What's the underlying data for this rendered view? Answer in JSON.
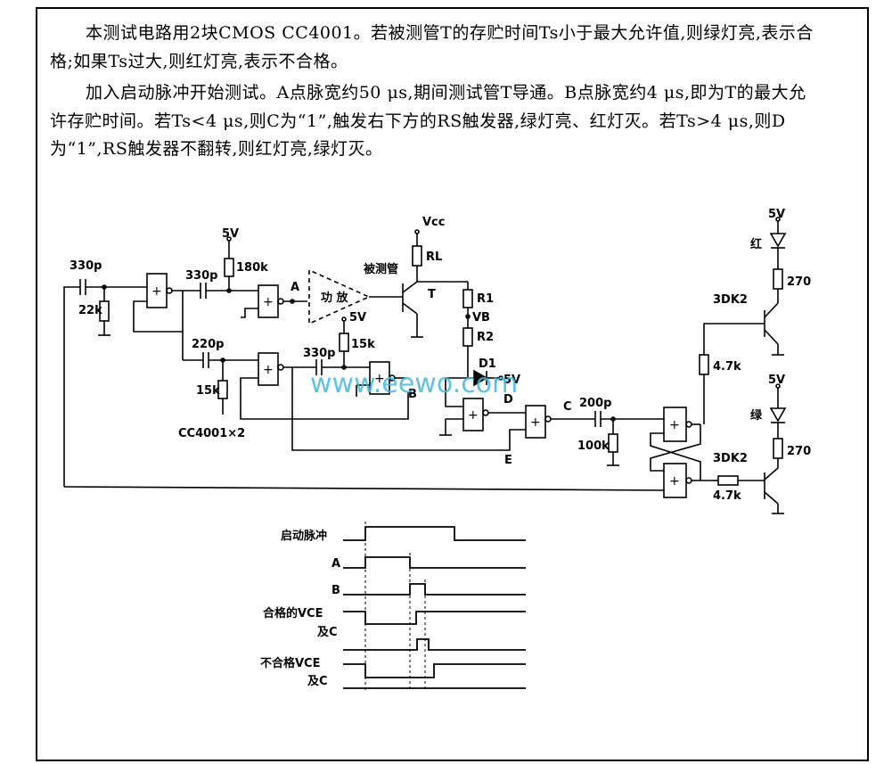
{
  "text": {
    "p1": "本测试电路用2块CMOS CC4001。若被测管T的存贮时间Ts小于最大允许值,则绿灯亮,表示合格;如果Ts过大,则红灯亮,表示不合格。",
    "p2": "加入启动脉冲开始测试。A点脉宽约50 μs,期间测试管T导通。B点脉宽约4 μs,即为T的最大允许存贮时间。若Ts<4 μs,则C为“1”,触发右下方的RS触发器,绿灯亮、红灯灭。若Ts>4 μs,则D为“1”,RS触发器不翻转,则红灯亮,绿灯灭。"
  },
  "labels": {
    "c330a": "330p",
    "r22k": "22k",
    "c330b": "330p",
    "v5a": "5V",
    "r180k": "180k",
    "pointA": "A",
    "amp": "功 放",
    "vcc": "Vcc",
    "rl": "RL",
    "dut": "被测管",
    "t": "T",
    "r1": "R1",
    "vb": "VB",
    "r2": "R2",
    "v5b": "5V",
    "r15k_top": "15k",
    "c330c": "330p",
    "c220": "220p",
    "r15k_left": "15k",
    "d1": "D1",
    "v5c": "5V",
    "pointB": "B",
    "pointD": "D",
    "pointC": "C",
    "pointE": "E",
    "c200": "200p",
    "r100k": "100k",
    "chip": "CC4001×2",
    "v5_red": "5V",
    "red": "红",
    "r270a": "270",
    "q1": "3DK2",
    "r47a": "4.7k",
    "v5_green": "5V",
    "green": "绿",
    "r270b": "270",
    "q2": "3DK2",
    "r47b": "4.7k",
    "watermark": "www.eewo.com"
  },
  "timing": {
    "start": "启动脉冲",
    "a": "A",
    "b": "B",
    "ok1": "合格的VCE",
    "ok2": "及C",
    "bad1": "不合格VCE",
    "bad2": "及C"
  }
}
